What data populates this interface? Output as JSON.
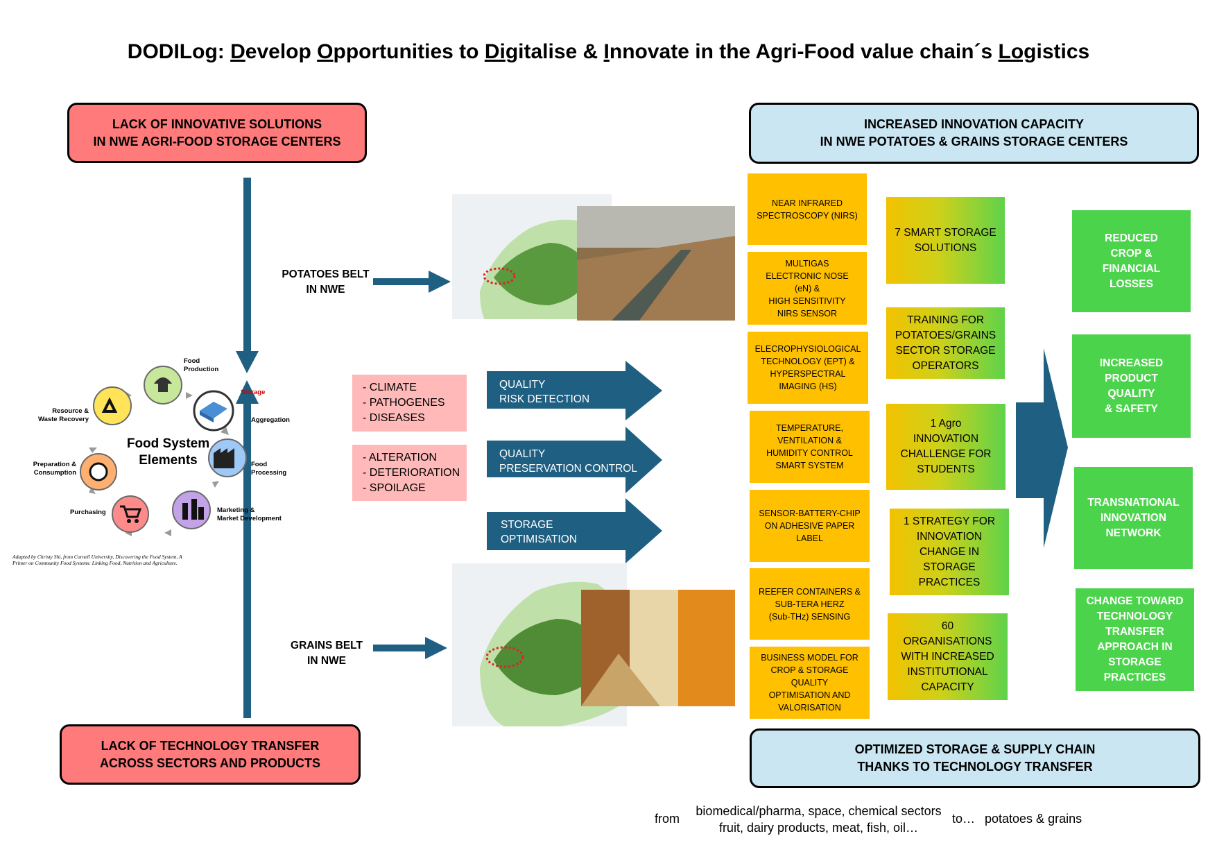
{
  "title": {
    "parts": [
      {
        "t": "DODILog: ",
        "u": false
      },
      {
        "t": "D",
        "u": true
      },
      {
        "t": "evelop ",
        "u": false
      },
      {
        "t": "O",
        "u": true
      },
      {
        "t": "pportunities to ",
        "u": false
      },
      {
        "t": "Di",
        "u": true
      },
      {
        "t": "gitalise & ",
        "u": false
      },
      {
        "t": "I",
        "u": true
      },
      {
        "t": "nnovate in the Agri-Food value chain´s ",
        "u": false
      },
      {
        "t": "Log",
        "u": true
      },
      {
        "t": "istics",
        "u": false
      }
    ]
  },
  "problems": {
    "top": [
      "LACK OF INNOVATIVE SOLUTIONS",
      "IN  NWE AGRI-FOOD STORAGE CENTERS"
    ],
    "bottom": [
      "LACK OF TECHNOLOGY TRANSFER",
      "ACROSS SECTORS AND PRODUCTS"
    ]
  },
  "food_system": {
    "title": [
      "Food System",
      "Elements"
    ],
    "elements": {
      "production": [
        "Food",
        "Production"
      ],
      "storage": "Storage",
      "aggregation": "Aggregation",
      "processing": [
        "Food",
        "Processing"
      ],
      "marketing": [
        "Marketing &",
        "Market Development"
      ],
      "purchasing": "Purchasing",
      "preparation": [
        "Preparation &",
        "Consumption"
      ],
      "recovery": [
        "Resource &",
        "Waste Recovery"
      ]
    },
    "credit": [
      "Adapted by Christy Shi, from Cornell University, Discovering the Food System, A",
      "Primer on Community Food Systems: Linking Food, Nutrition and Agriculture."
    ],
    "storage_color": "#d00000"
  },
  "belts": {
    "potatoes": [
      "POTATOES BELT",
      "IN NWE"
    ],
    "grains": [
      "GRAINS BELT",
      "IN NWE"
    ]
  },
  "risks": {
    "group1": [
      "- CLIMATE",
      "- PATHOGENES",
      "- DISEASES"
    ],
    "group2": [
      "- ALTERATION",
      "- DETERIORATION",
      "- SPOILAGE"
    ]
  },
  "actions": [
    [
      "QUALITY",
      "RISK DETECTION"
    ],
    [
      "QUALITY",
      "PRESERVATION CONTROL"
    ],
    [
      "STORAGE",
      "OPTIMISATION"
    ]
  ],
  "results": {
    "header": [
      "INCREASED INNOVATION CAPACITY",
      "IN NWE POTATOES & GRAINS STORAGE CENTERS"
    ],
    "footer": [
      "OPTIMIZED STORAGE & SUPPLY CHAIN",
      "THANKS TO TECHNOLOGY TRANSFER"
    ]
  },
  "technologies": [
    [
      "NEAR INFRARED",
      "SPECTROSCOPY (NIRS)"
    ],
    [
      "MULTIGAS",
      "ELECTRONIC NOSE",
      "(eN) &",
      "HIGH SENSITIVITY",
      "NIRS SENSOR"
    ],
    [
      "ELECROPHYSIOLOGICAL",
      "TECHNOLOGY (EPT) &",
      "HYPERSPECTRAL",
      "IMAGING (HS)"
    ],
    [
      "TEMPERATURE,",
      "VENTILATION &",
      "HUMIDITY CONTROL",
      "SMART SYSTEM"
    ],
    [
      "SENSOR-BATTERY-CHIP",
      "ON ADHESIVE PAPER",
      "LABEL"
    ],
    [
      "REEFER CONTAINERS &",
      "SUB-TERA HERZ",
      "(Sub-THz) SENSING"
    ],
    [
      "BUSINESS MODEL FOR",
      "CROP & STORAGE",
      "QUALITY",
      "OPTIMISATION AND",
      "VALORISATION"
    ]
  ],
  "outputs": [
    [
      "7 SMART STORAGE",
      "SOLUTIONS"
    ],
    [
      "TRAINING FOR",
      "POTATOES/GRAINS",
      "SECTOR STORAGE",
      "OPERATORS"
    ],
    [
      "1 Agro",
      "INNOVATION",
      "CHALLENGE FOR",
      "STUDENTS"
    ],
    [
      "1 STRATEGY FOR",
      "INNOVATION",
      "CHANGE IN",
      "STORAGE",
      "PRACTICES"
    ],
    [
      "60",
      "ORGANISATIONS",
      "WITH INCREASED",
      "INSTITUTIONAL",
      "CAPACITY"
    ]
  ],
  "impacts": [
    [
      "REDUCED",
      "CROP &",
      "FINANCIAL",
      "LOSSES"
    ],
    [
      "INCREASED",
      "PRODUCT",
      "QUALITY",
      "& SAFETY"
    ],
    [
      "TRANSNATIONAL",
      "INNOVATION",
      "NETWORK"
    ],
    [
      "CHANGE TOWARD",
      "TECHNOLOGY",
      "TRANSFER",
      "APPROACH IN",
      "STORAGE",
      "PRACTICES"
    ]
  ],
  "transfer": {
    "from": "from",
    "sources": [
      "biomedical/pharma, space, chemical sectors",
      "fruit, dairy products, meat, fish, oil…"
    ],
    "to": "to…",
    "target": "potatoes & grains"
  },
  "colors": {
    "arrow": "#1f5f82",
    "problem": "#ff7a7a",
    "result": "#c9e6f2",
    "technology": "#ffc000",
    "impact": "#4cd34c",
    "risk": "#ffb9b9"
  }
}
